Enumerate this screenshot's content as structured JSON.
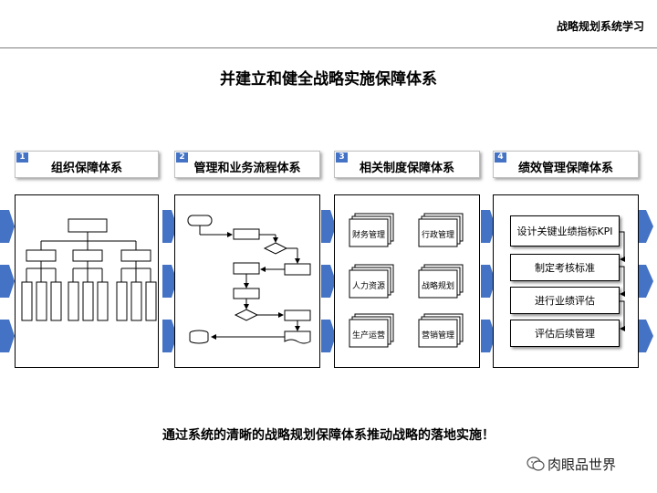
{
  "header": {
    "title": "战略规划系统学习"
  },
  "main_title": "并建立和健全战略实施保障体系",
  "columns": [
    {
      "num": "1",
      "label": "组织保障体系"
    },
    {
      "num": "2",
      "label": "管理和业务流程体系"
    },
    {
      "num": "3",
      "label": "相关制度保障体系"
    },
    {
      "num": "4",
      "label": "绩效管理保障体系"
    }
  ],
  "systems": {
    "finance": "财务管理",
    "admin": "行政管理",
    "hr": "人力资源",
    "strategy": "战略规划",
    "production": "生产运营",
    "marketing": "营销管理"
  },
  "kpi_steps": [
    "设计关键业绩指标KPI",
    "制定考核标准",
    "进行业绩评估",
    "评估后续管理"
  ],
  "footer": "通过系统的清晰的战略规划保障体系推动战略的落地实施！",
  "brand": "肉眼品世界",
  "colors": {
    "accent": "#4472c4",
    "arrow": "#4472c4",
    "border": "#000000"
  }
}
